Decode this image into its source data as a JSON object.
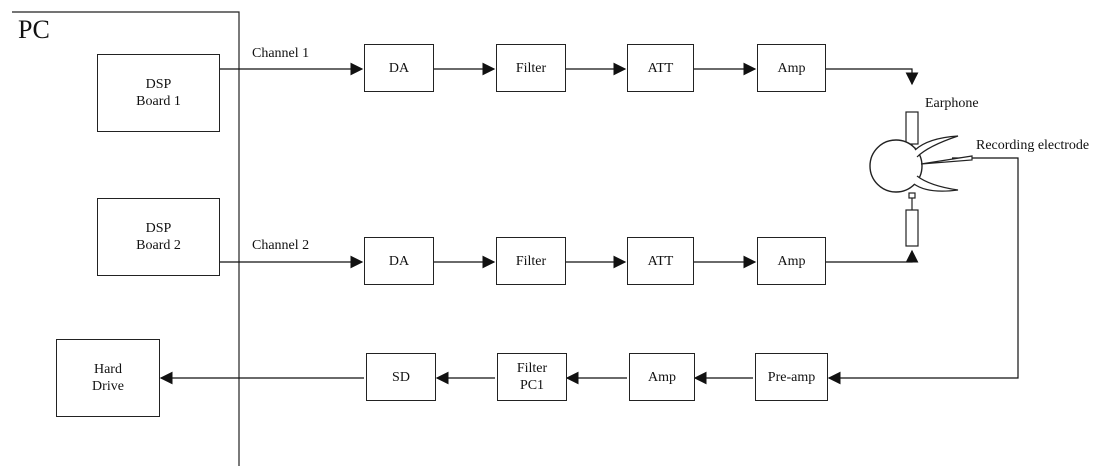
{
  "pc": {
    "title": "PC"
  },
  "boards": {
    "board1": "DSP\nBoard 1",
    "board2": "DSP\nBoard 2",
    "hard_drive": "Hard\nDrive"
  },
  "channels": {
    "ch1": "Channel 1",
    "ch2": "Channel 2"
  },
  "top_chain": {
    "da": "DA",
    "filter": "Filter",
    "att": "ATT",
    "amp": "Amp"
  },
  "bottom_chain": {
    "da": "DA",
    "filter": "Filter",
    "att": "ATT",
    "amp": "Amp"
  },
  "return_chain": {
    "sd": "SD",
    "filter": "Filter\nPC1",
    "amp": "Amp",
    "preamp": "Pre-amp"
  },
  "subject": {
    "earphone": "Earphone",
    "electrode": "Recording electrode"
  }
}
